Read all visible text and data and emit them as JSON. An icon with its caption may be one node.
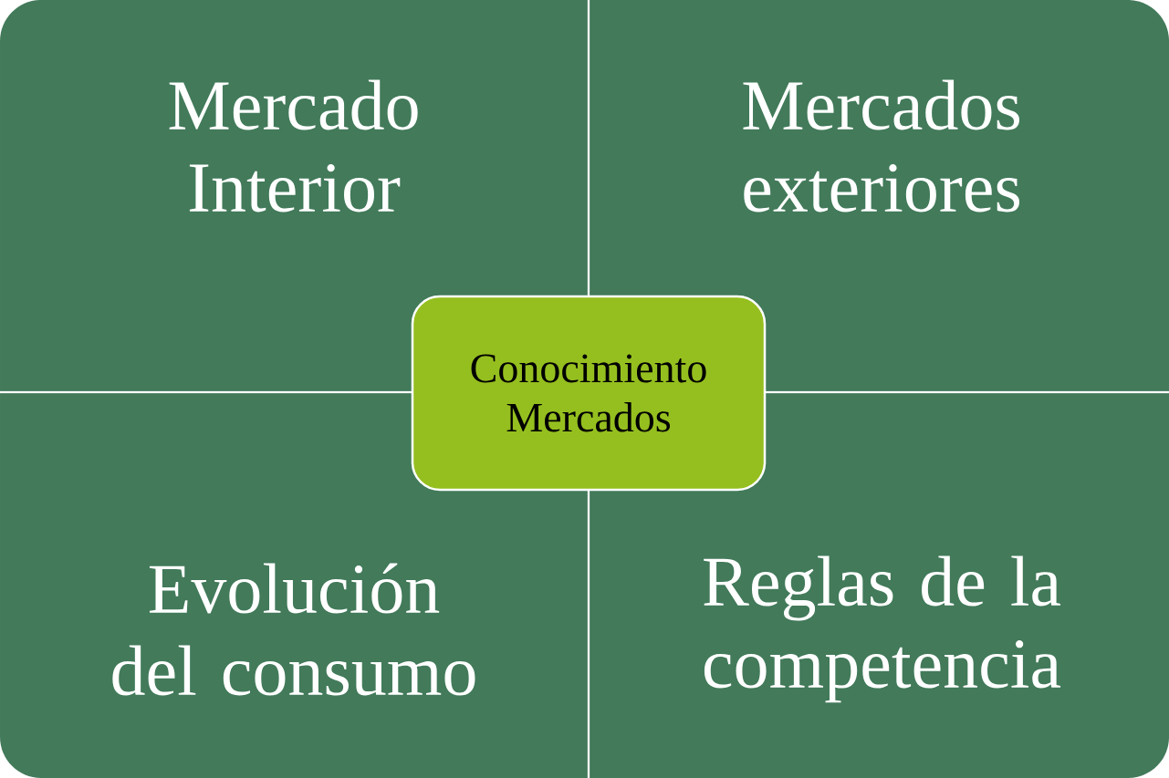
{
  "diagram": {
    "nodes": [
      {
        "text": [
          "Mercado Interior"
        ]
      },
      {
        "text": [
          "Mercados exteriores"
        ]
      },
      {
        "text": [
          "Evolución del consumo"
        ]
      },
      {
        "text": [
          "Reglas de la competencia"
        ]
      },
      {
        "text": [
          "Conocimiento Mercados"
        ]
      }
    ]
  }
}
